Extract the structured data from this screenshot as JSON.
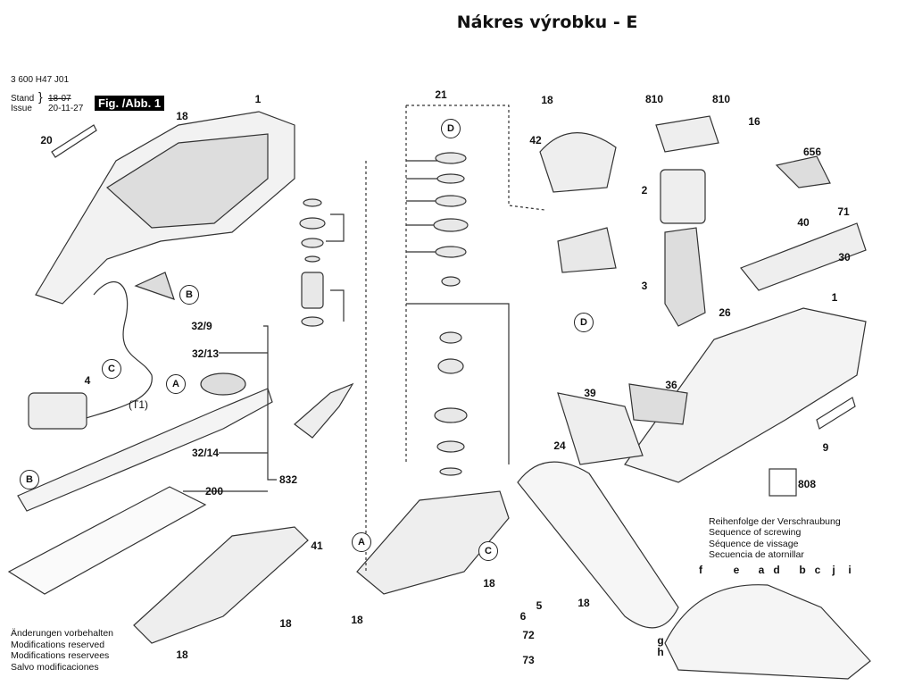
{
  "title": "Nákres výrobku - E",
  "header": {
    "part_number": "3 600 H47 J01",
    "stand_label": "Stand",
    "issue_label": "Issue",
    "stand_date": "18-07",
    "issue_date": "20-11-27",
    "figure": "Fig. /Abb. 1"
  },
  "labels": [
    "1",
    "18",
    "20",
    "21",
    "18",
    "810",
    "810",
    "16",
    "42",
    "656",
    "2",
    "40",
    "71",
    "30",
    "3",
    "32/9",
    "26",
    "1",
    "32/13",
    "4",
    "(T1)",
    "36",
    "39",
    "24",
    "32/14",
    "9",
    "200",
    "832",
    "808",
    "41",
    "18",
    "5",
    "6",
    "18",
    "18",
    "18",
    "72",
    "18",
    "73"
  ],
  "callouts": [
    "D",
    "D",
    "B",
    "C",
    "A",
    "B",
    "A",
    "C"
  ],
  "notes": [
    "Änderungen vorbehalten",
    "Modifications reserved",
    "Modifications reservees",
    "Salvo modificaciones"
  ],
  "sequence": {
    "lines": [
      "Reihenfolge der Verschraubung",
      "Sequence of screwing",
      "Séquence de vissage",
      "Secuencia de atornillar"
    ],
    "letters": [
      "f",
      "e",
      "a",
      "d",
      "b",
      "c",
      "j",
      "i",
      "g",
      "h"
    ]
  }
}
